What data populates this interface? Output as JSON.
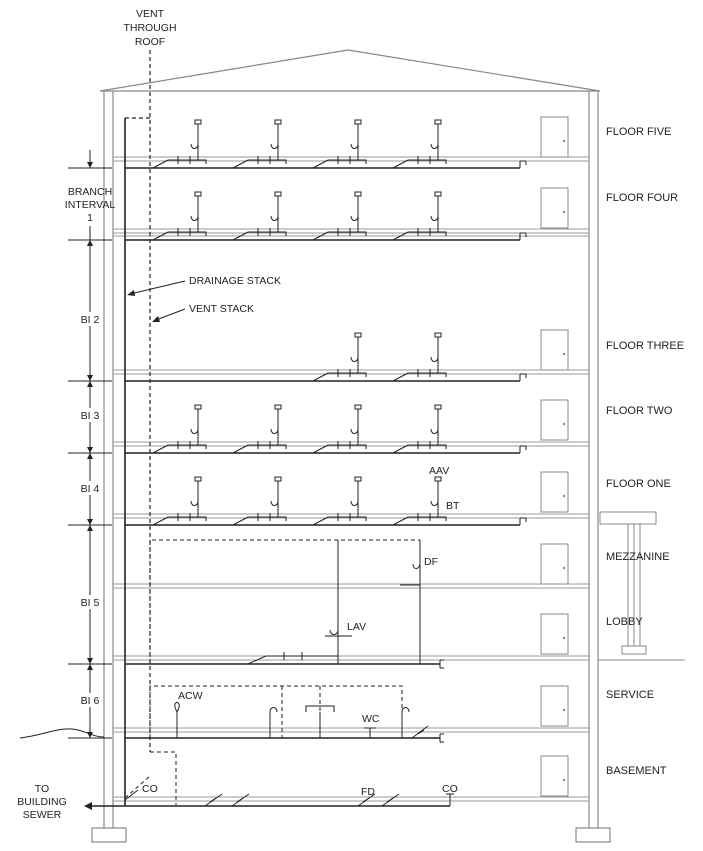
{
  "top_labels": {
    "vent_through_roof": [
      "VENT",
      "THROUGH",
      "ROOF"
    ]
  },
  "floors": [
    {
      "name": "FLOOR FIVE"
    },
    {
      "name": "FLOOR FOUR"
    },
    {
      "name": "FLOOR THREE"
    },
    {
      "name": "FLOOR TWO"
    },
    {
      "name": "FLOOR ONE"
    },
    {
      "name": "MEZZANINE"
    },
    {
      "name": "LOBBY"
    },
    {
      "name": "SERVICE"
    },
    {
      "name": "BASEMENT"
    }
  ],
  "branch_intervals": {
    "bi1": [
      "BRANCH",
      "INTERVAL",
      "1"
    ],
    "others": [
      "BI 2",
      "BI 3",
      "BI 4",
      "BI 5",
      "BI 6"
    ]
  },
  "stack_labels": {
    "drainage": "DRAINAGE STACK",
    "vent": "VENT STACK"
  },
  "fixture_labels": {
    "aav": "AAV",
    "bt": "BT",
    "df": "DF",
    "lav": "LAV",
    "acw": "ACW",
    "wc": "WC",
    "fd": "FD",
    "co_right": "CO",
    "co_left": "CO"
  },
  "sewer_label": [
    "TO",
    "BUILDING",
    "SEWER"
  ]
}
